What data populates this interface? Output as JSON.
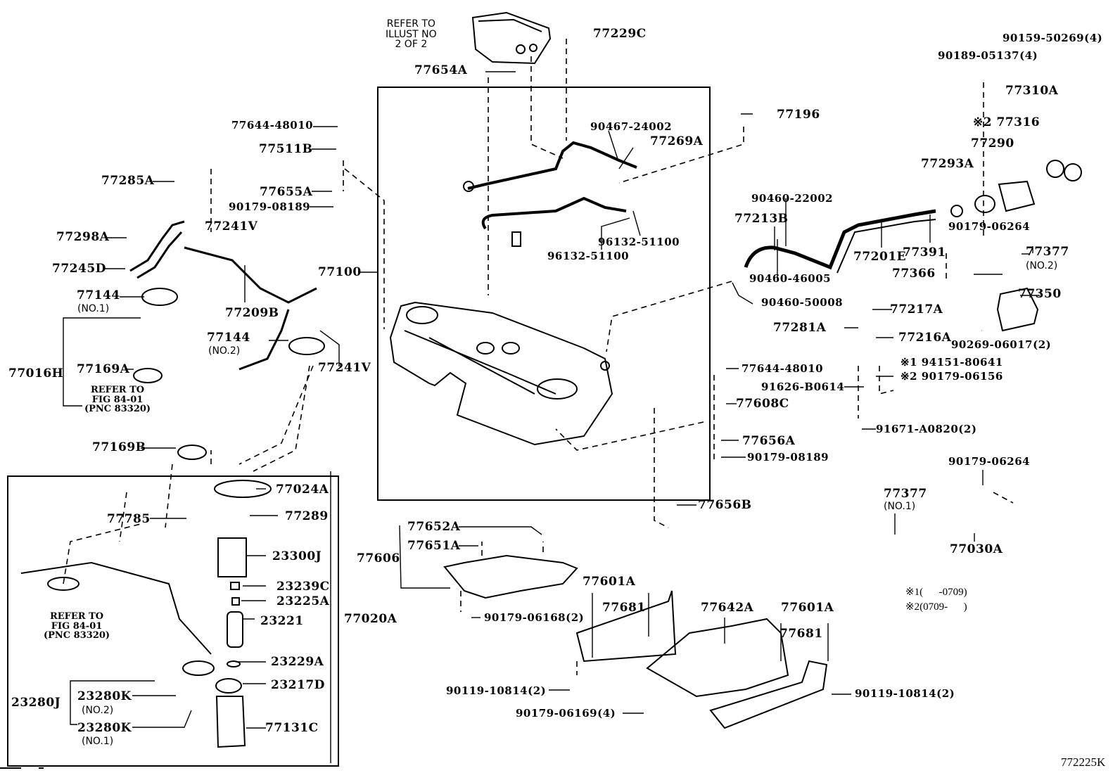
{
  "diagram": {
    "title_code": "772225K",
    "legend": [
      {
        "mark": "※1",
        "range": "(      -0709)"
      },
      {
        "mark": "※2",
        "range": "(0709-      )"
      }
    ],
    "notes": {
      "refer_illust": "REFER TO\nILLUST NO\n2 OF 2",
      "refer_fig_upper": "REFER TO\nFIG 84-01\n(PNC 83320)",
      "refer_fig_lower": "REFER TO\nFIG 84-01\n(PNC 83320)"
    },
    "parts": {
      "p77229C": "77229C",
      "p77654A": "77654A",
      "p90159": "90159-50269(4)",
      "p90189": "90189-05137(4)",
      "p77310A": "77310A",
      "p77316": "※2 77316",
      "p77290": "77290",
      "p77293A": "77293A",
      "p77196": "77196",
      "p90467": "90467-24002",
      "p77269A": "77269A",
      "p77644a": "77644-48010",
      "p77511B": "77511B",
      "p77285A": "77285A",
      "p77655A": "77655A",
      "p90179_08189a": "90179-08189",
      "p77298A": "77298A",
      "p77241V_a": "77241V",
      "p77245D": "77245D",
      "p77144_1": "77144",
      "p77144_1_sub": "(NO.1)",
      "p77209B": "77209B",
      "p77100": "77100",
      "p77144_2": "77144",
      "p77144_2_sub": "(NO.2)",
      "p77241V_b": "77241V",
      "p77016H": "77016H",
      "p77169A": "77169A",
      "p77169B": "77169B",
      "p96132a": "96132-51100",
      "p96132b": "96132-51100",
      "p90460_22002": "90460-22002",
      "p77213B": "77213B",
      "p77201E": "77201E",
      "p77391": "77391",
      "p90179_06264a": "90179-06264",
      "p77377_2": "77377",
      "p77377_2_sub": "(NO.2)",
      "p77366": "77366",
      "p77350": "77350",
      "p90460_46005": "90460-46005",
      "p90460_50008": "90460-50008",
      "p77217A": "77217A",
      "p77281A": "77281A",
      "p77216A": "77216A",
      "p94151": "※1 94151-80641",
      "p90179_06156": "※2 90179-06156",
      "p90269": "90269-06017(2)",
      "p77644b": "77644-48010",
      "p91626": "91626-B0614",
      "p77608C": "77608C",
      "p91671": "91671-A0820(2)",
      "p77656A": "77656A",
      "p90179_08189b": "90179-08189",
      "p90179_06264b": "90179-06264",
      "p77377_1": "77377",
      "p77377_1_sub": "(NO.1)",
      "p77030A": "77030A",
      "p77656B": "77656B",
      "p77024A": "77024A",
      "p77289": "77289",
      "p77785": "77785",
      "p23300J": "23300J",
      "p23239C": "23239C",
      "p23225A": "23225A",
      "p23221": "23221",
      "p77020A": "77020A",
      "p23229A": "23229A",
      "p23217D": "23217D",
      "p23280J": "23280J",
      "p23280K_2": "23280K",
      "p23280K_2_sub": "(NO.2)",
      "p23280K_1": "23280K",
      "p23280K_1_sub": "(NO.1)",
      "p77131C": "77131C",
      "p77652A": "77652A",
      "p77651A": "77651A",
      "p77606": "77606",
      "p90179_06168": "90179-06168(2)",
      "p77601A_a": "77601A",
      "p77681_a": "77681",
      "p90119a": "90119-10814(2)",
      "p90179_06169": "90179-06169(4)",
      "p77642A": "77642A",
      "p77601A_b": "77601A",
      "p77681_b": "77681",
      "p90119b": "90119-10814(2)"
    }
  }
}
